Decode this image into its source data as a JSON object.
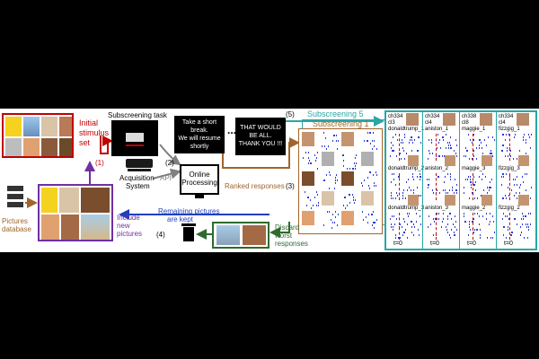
{
  "labels": {
    "initial_stimulus": [
      "Initial",
      "stimulus",
      "set"
    ],
    "step1": "(1)",
    "step2": "(2)",
    "step3": "(3)",
    "step4": "(4)",
    "step5": "(5)",
    "subscreening_task": "Subscreening task",
    "take_break": [
      "Take a short",
      "break.",
      "We will resume",
      "shortly"
    ],
    "that_would_be_all": [
      "THAT WOULD",
      "BE ALL.",
      "THANK YOU !!!"
    ],
    "ellipsis": "...",
    "acquisition": [
      "Acquisition",
      "System"
    ],
    "api": "API",
    "online_processing": [
      "Online",
      "Processing"
    ],
    "ranked_responses": "Ranked responses",
    "subscreening5": "Subscreening 5",
    "subscreening1": "Subscreening 1",
    "pictures_database": [
      "Pictures",
      "database"
    ],
    "include_new": [
      "Include",
      "new",
      "pictures"
    ],
    "remaining_kept": [
      "Remaining pictures",
      "are kept"
    ],
    "discard_worst": [
      "Discard",
      "worst",
      "responses"
    ]
  },
  "panels": [
    {
      "head": [
        "ch334",
        "cl3"
      ],
      "rows": [
        "donaldtrump_1",
        "donaldtrump_2",
        "donaldtrump_3"
      ],
      "t": "t=0"
    },
    {
      "head": [
        "ch334",
        "cl4"
      ],
      "rows": [
        "aniston_1",
        "aniston_2",
        "aniston_3"
      ],
      "t": "t=0"
    },
    {
      "head": [
        "ch338",
        "cl8"
      ],
      "rows": [
        "maggie_1",
        "maggie_3",
        "maggie_2"
      ],
      "t": "t=0"
    },
    {
      "head": [
        "ch334",
        "cl4"
      ],
      "rows": [
        "fizzgig_1",
        "fizzgig_3",
        "fizzgig_2"
      ],
      "t": "t=0"
    }
  ],
  "colors": {
    "red": "#c00000",
    "purple": "#7030a0",
    "brown": "#a0652a",
    "green": "#2e6b2e",
    "teal": "#2aa6a6",
    "blue": "#1f3fbf",
    "gray": "#808080",
    "raster": "#2b3bd6"
  },
  "icons": [
    "server-icon",
    "trash-icon",
    "monitor-icon",
    "acquisition-device-icon"
  ]
}
